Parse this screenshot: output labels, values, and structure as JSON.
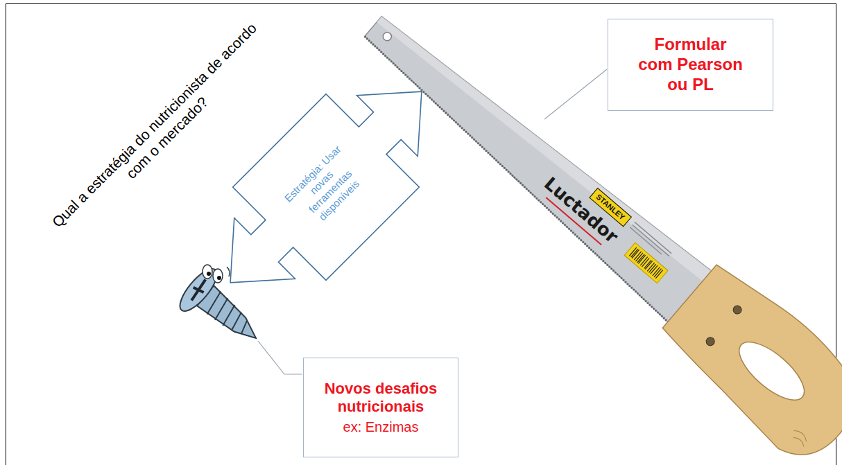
{
  "diagram": {
    "title": "Qual a estratégia do nutricionista de acordo com o mercado?",
    "nodes": [
      {
        "text": [
          "Formular com Pearson ou PL"
        ]
      },
      {
        "text": [
          "Estratégia: Usar novas ferramentas disponíveis"
        ]
      },
      {
        "text": [
          "Novos desafios nutricionais",
          "ex: Enzimas"
        ]
      }
    ],
    "labels": [
      "STANLEY",
      "Luctador"
    ]
  }
}
